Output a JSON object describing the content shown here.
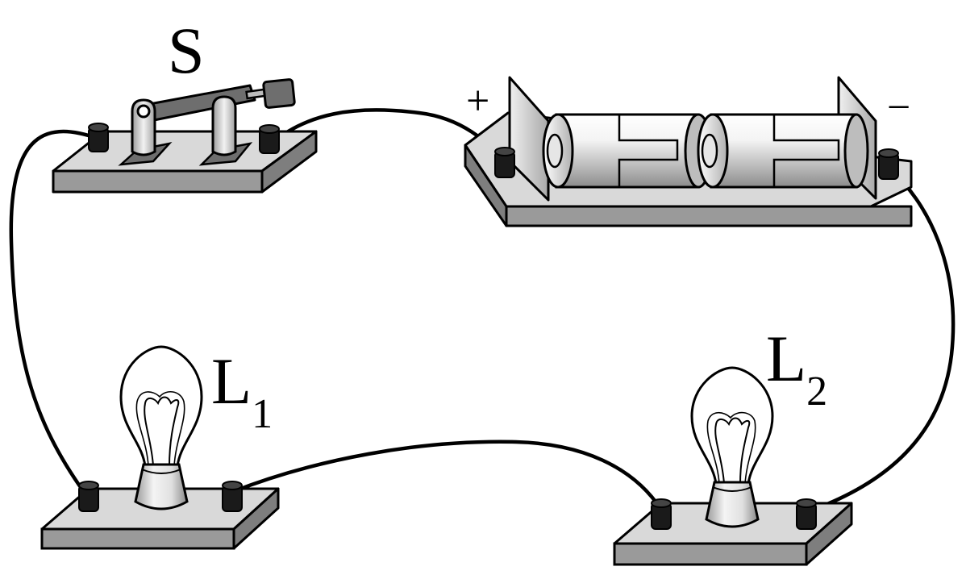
{
  "labels": {
    "switch": "S",
    "lamp1_letter": "L",
    "lamp1_sub": "1",
    "lamp2_letter": "L",
    "lamp2_sub": "2",
    "positive": "+",
    "negative": "−"
  },
  "colors": {
    "stroke": "#000000",
    "base_top": "#d9d9d9",
    "base_side": "#9a9a9a",
    "lever": "#6e6e6e",
    "battery_light": "#f2f2f2",
    "battery_dark": "#a8a8a8"
  }
}
